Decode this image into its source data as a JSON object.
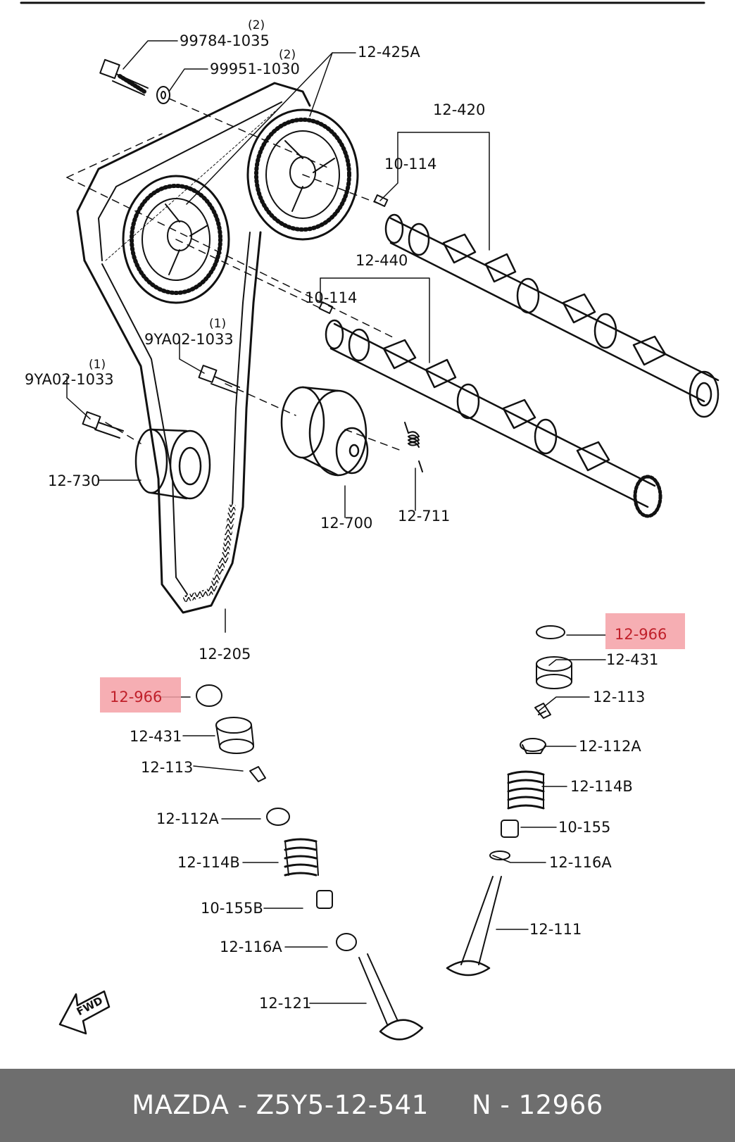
{
  "labels": {
    "bolt_top": "99784-1035",
    "bolt_top_qty": "(2)",
    "washer_top": "99951-1030",
    "washer_top_qty": "(2)",
    "pulley": "12-425A",
    "cam_a": "12-420",
    "pin_a": "10-114",
    "cam_b": "12-440",
    "pin_b": "10-114",
    "bolt_mid": "9YA02-1033",
    "bolt_mid_qty": "(1)",
    "bolt_left": "9YA02-1033",
    "bolt_left_qty": "(1)",
    "idler": "12-730",
    "tensioner": "12-700",
    "spring": "12-711",
    "belt": "12-205",
    "shim_right": "12-966",
    "tappet_right": "12-431",
    "keeper_right": "12-113",
    "retainer_right": "12-112A",
    "vspring_right": "12-114B",
    "seal_right": "10-155",
    "seat_right": "12-116A",
    "valve_right": "12-111",
    "shim_left": "12-966",
    "tappet_left": "12-431",
    "keeper_left": "12-113",
    "retainer_left": "12-112A",
    "vspring_left": "12-114B",
    "seal_left": "10-155B",
    "seat_left": "12-116A",
    "valve_left": "12-121",
    "fwd": "FWD"
  },
  "caption": "MAZDA - Z5Y5-12-541     N - 12966",
  "colors": {
    "highlight": "#f4a0a6",
    "highlight_text": "#c0202a",
    "caption_bar": "#6e6e6e",
    "caption_text": "#ffffff"
  }
}
